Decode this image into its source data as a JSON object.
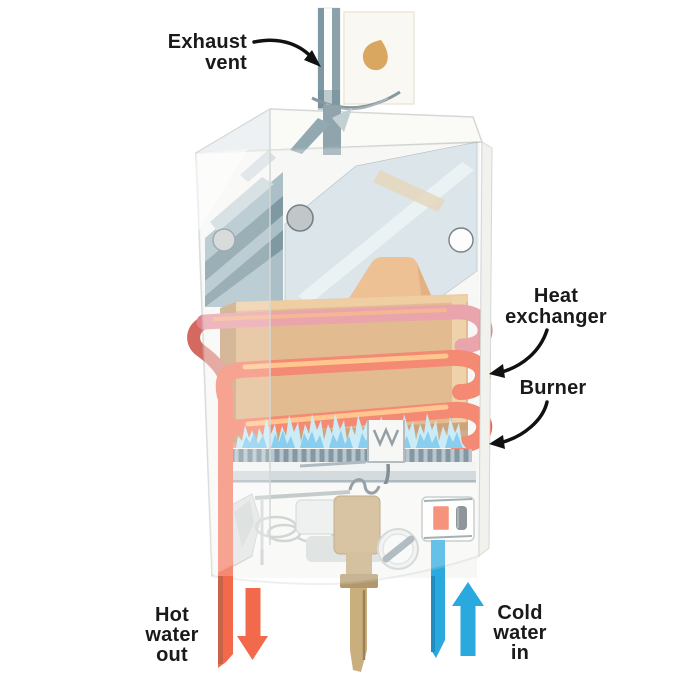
{
  "labels": {
    "exhaust_vent": {
      "lines": [
        "Exhaust",
        "vent"
      ]
    },
    "heat_exchanger": {
      "lines": [
        "Heat",
        "exchanger"
      ]
    },
    "burner": {
      "lines": [
        "Burner"
      ]
    },
    "hot_water_out": {
      "lines": [
        "Hot",
        "water",
        "out"
      ]
    },
    "cold_water_in": {
      "lines": [
        "Cold",
        "water",
        "in"
      ]
    }
  },
  "colors": {
    "hot_accent": "#f2694b",
    "hot_deep": "#e05a3d",
    "cold_accent": "#29a9de",
    "copper_block": "#d7a166",
    "copper_light": "#e9bb80",
    "coil_orange": "#f05c3e",
    "coil_highlight": "#ffb162",
    "coil_top_pink": "#e2818c",
    "flame_light": "#b7e4f5",
    "flame_mid": "#57b8e8",
    "hood_panel": "#cddbe2",
    "hood_side_teal": "#8aa7b1",
    "brass": "#c9ae7e",
    "label_text": "#1a1a1a"
  }
}
